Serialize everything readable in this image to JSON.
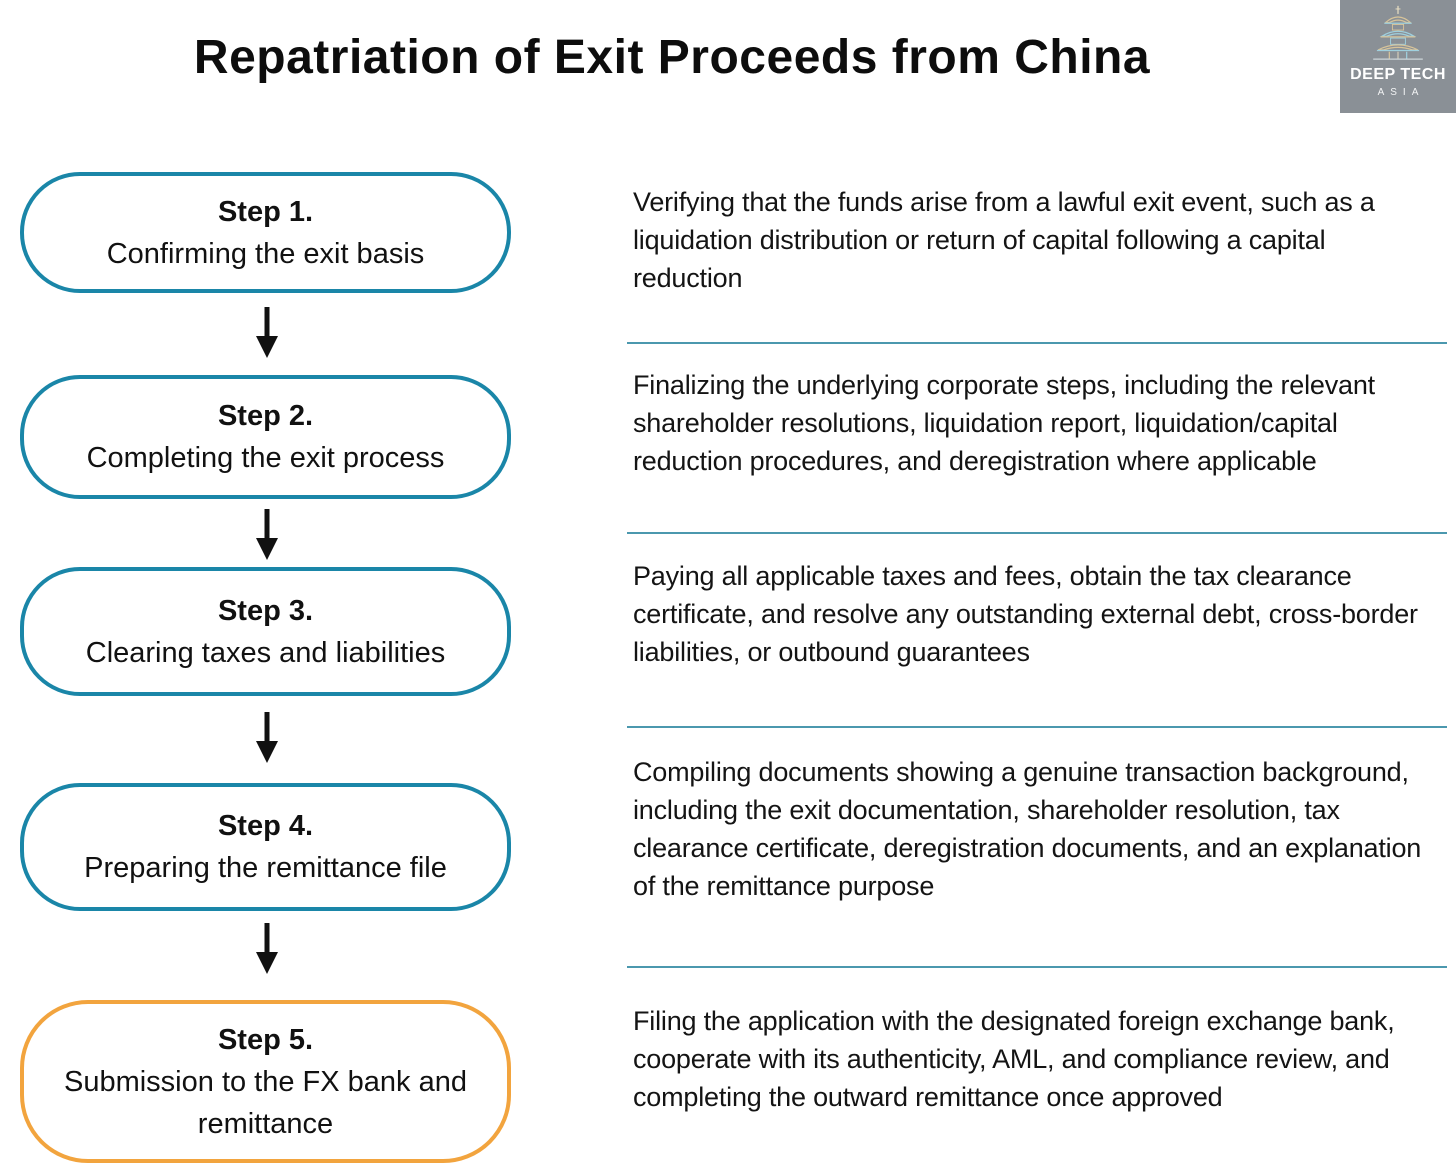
{
  "title": "Repatriation of Exit Proceeds from China",
  "logo": {
    "line1": "DEEP TECH",
    "line2": "ASIA",
    "icon": "pagoda-icon",
    "background": "#8a9096"
  },
  "colors": {
    "step_border_teal": "#1a86a8",
    "step_border_orange": "#f2a43e",
    "divider_teal": "#4b98ae",
    "arrow_black": "#111111",
    "text": "#141414"
  },
  "steps": [
    {
      "label": "Step 1.",
      "name": "Confirming the exit basis",
      "description": "Verifying that the funds arise from a lawful exit event, such as a liquidation distribution or return of capital following a capital reduction"
    },
    {
      "label": "Step 2.",
      "name": "Completing the exit process",
      "description": "Finalizing the underlying corporate steps, including the relevant shareholder resolutions, liquidation report, liquidation/capital reduction procedures, and deregistration where applicable"
    },
    {
      "label": "Step 3.",
      "name": "Clearing taxes and liabilities",
      "description": "Paying all applicable taxes and fees, obtain the tax clearance certificate, and resolve any outstanding external debt, cross-border liabilities, or outbound guarantees"
    },
    {
      "label": "Step 4.",
      "name": "Preparing the remittance file",
      "description": "Compiling documents showing a genuine transaction background, including the exit documentation, shareholder resolution, tax clearance certificate, deregistration documents, and an explanation of the remittance purpose"
    },
    {
      "label": "Step 5.",
      "name": "Submission to the FX bank and remittance",
      "description": "Filing the application with the designated foreign exchange bank, cooperate with its authenticity, AML, and compliance review, and completing the outward remittance once approved"
    }
  ]
}
